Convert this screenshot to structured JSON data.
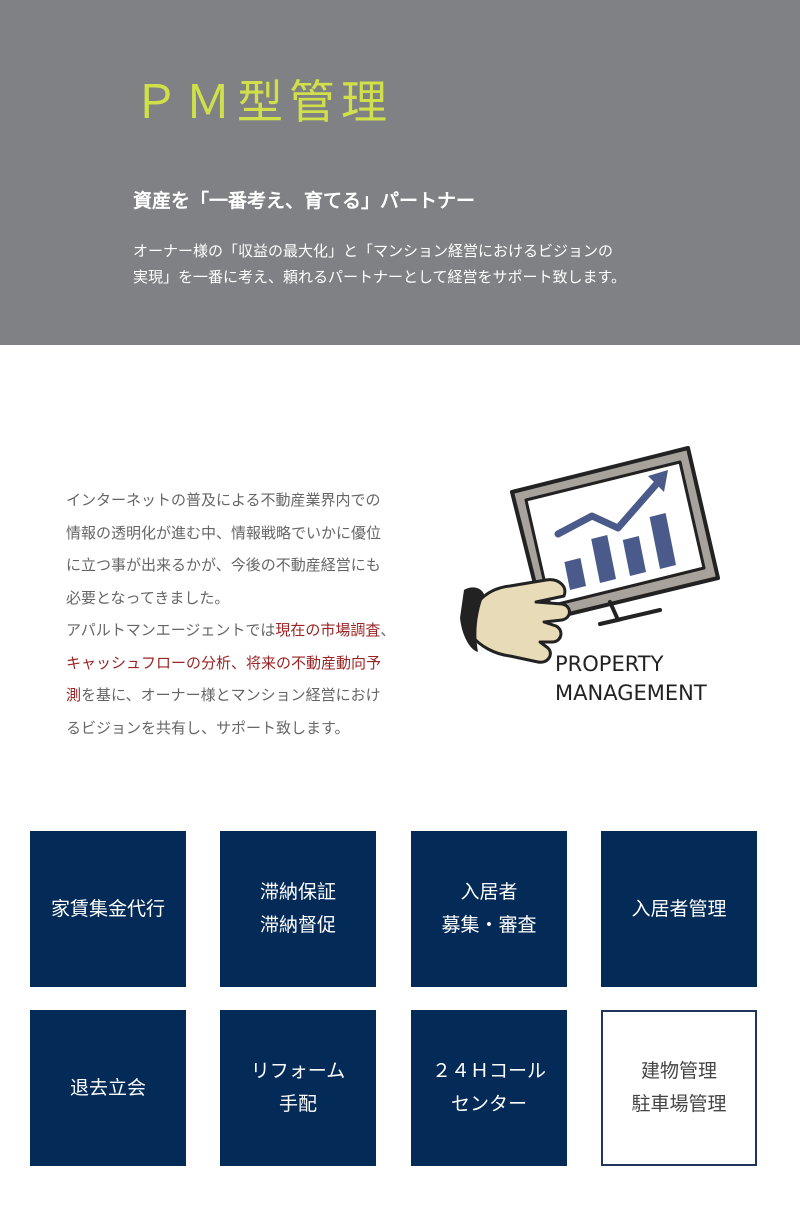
{
  "hero": {
    "title": "ＰＭ型管理",
    "subtitle": "資産を「一番考え、育てる」パートナー",
    "desc_lines": [
      "オーナー様の「収益の最大化」と「マンション経営におけるビジョンの",
      "実現」を一番に考え、頼れるパートナーとして経営をサポート致します。"
    ]
  },
  "intro": {
    "line1": "インターネットの普及による不動産業界内での",
    "line2": "情報の透明化が進む中、情報戦略でいかに優位",
    "line3": "に立つ事が出来るかが、今後の不動産経営にも",
    "line4": "必要となってきました。",
    "line5_plain": "アパルトマンエージェントでは",
    "line5_hl": "現在の市場調査",
    "line5_tail": "、",
    "line6_hl": "キャッシュフローの分析、将来の不動産動向予",
    "line7_hl": "測",
    "line7_plain": "を基に、オーナー様とマンション経営におけ",
    "line8": "るビジョンを共有し、サポート致します。"
  },
  "illustration": {
    "label_line1": "PROPERTY",
    "label_line2": "MANAGEMENT",
    "chart_icon": "bar-chart-monitor-icon",
    "hand_icon": "hand-holding-icon",
    "colors": {
      "bars": "#4a5a8a",
      "screen_frame": "#a8a29c",
      "outline": "#222222",
      "hand": "#e8dcb8"
    },
    "bar_levels": [
      0.35,
      0.55,
      0.45,
      0.65
    ]
  },
  "services": [
    {
      "lines": [
        "家賃集金代行"
      ]
    },
    {
      "lines": [
        "滞納保証",
        "滞納督促"
      ]
    },
    {
      "lines": [
        "入居者",
        "募集・審査"
      ]
    },
    {
      "lines": [
        "入居者管理"
      ]
    },
    {
      "lines": [
        "退去立会"
      ]
    },
    {
      "lines": [
        "リフォーム",
        "手配"
      ]
    },
    {
      "lines": [
        "２４Ｈコール",
        "センター"
      ]
    },
    {
      "lines": [
        "建物管理",
        "駐車場管理"
      ]
    }
  ],
  "colors": {
    "hero_bg": "#808184",
    "title": "#cfe04a",
    "tile_bg": "#042a57",
    "highlight": "#9b2424"
  }
}
